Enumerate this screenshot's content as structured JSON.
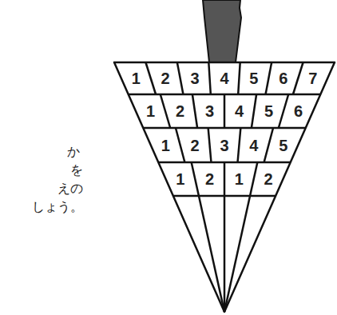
{
  "diagram": {
    "nodes": [
      {
        "text": [
          "1"
        ]
      },
      {
        "text": [
          "2"
        ]
      },
      {
        "text": [
          "3"
        ]
      },
      {
        "text": [
          "4"
        ]
      },
      {
        "text": [
          "5"
        ]
      },
      {
        "text": [
          "6"
        ]
      },
      {
        "text": [
          "7"
        ]
      },
      {
        "text": [
          "1"
        ]
      },
      {
        "text": [
          "2"
        ]
      },
      {
        "text": [
          "3"
        ]
      },
      {
        "text": [
          "4"
        ]
      },
      {
        "text": [
          "5"
        ]
      },
      {
        "text": [
          "6"
        ]
      },
      {
        "text": [
          "1"
        ]
      },
      {
        "text": [
          "2"
        ]
      },
      {
        "text": [
          "3"
        ]
      },
      {
        "text": [
          "4"
        ]
      },
      {
        "text": [
          "5"
        ]
      },
      {
        "text": [
          "1"
        ]
      },
      {
        "text": [
          "2"
        ]
      },
      {
        "text": [
          "1"
        ]
      },
      {
        "text": [
          "2"
        ]
      }
    ],
    "labels": [
      "か",
      "を",
      "えの",
      "しょう。"
    ]
  }
}
